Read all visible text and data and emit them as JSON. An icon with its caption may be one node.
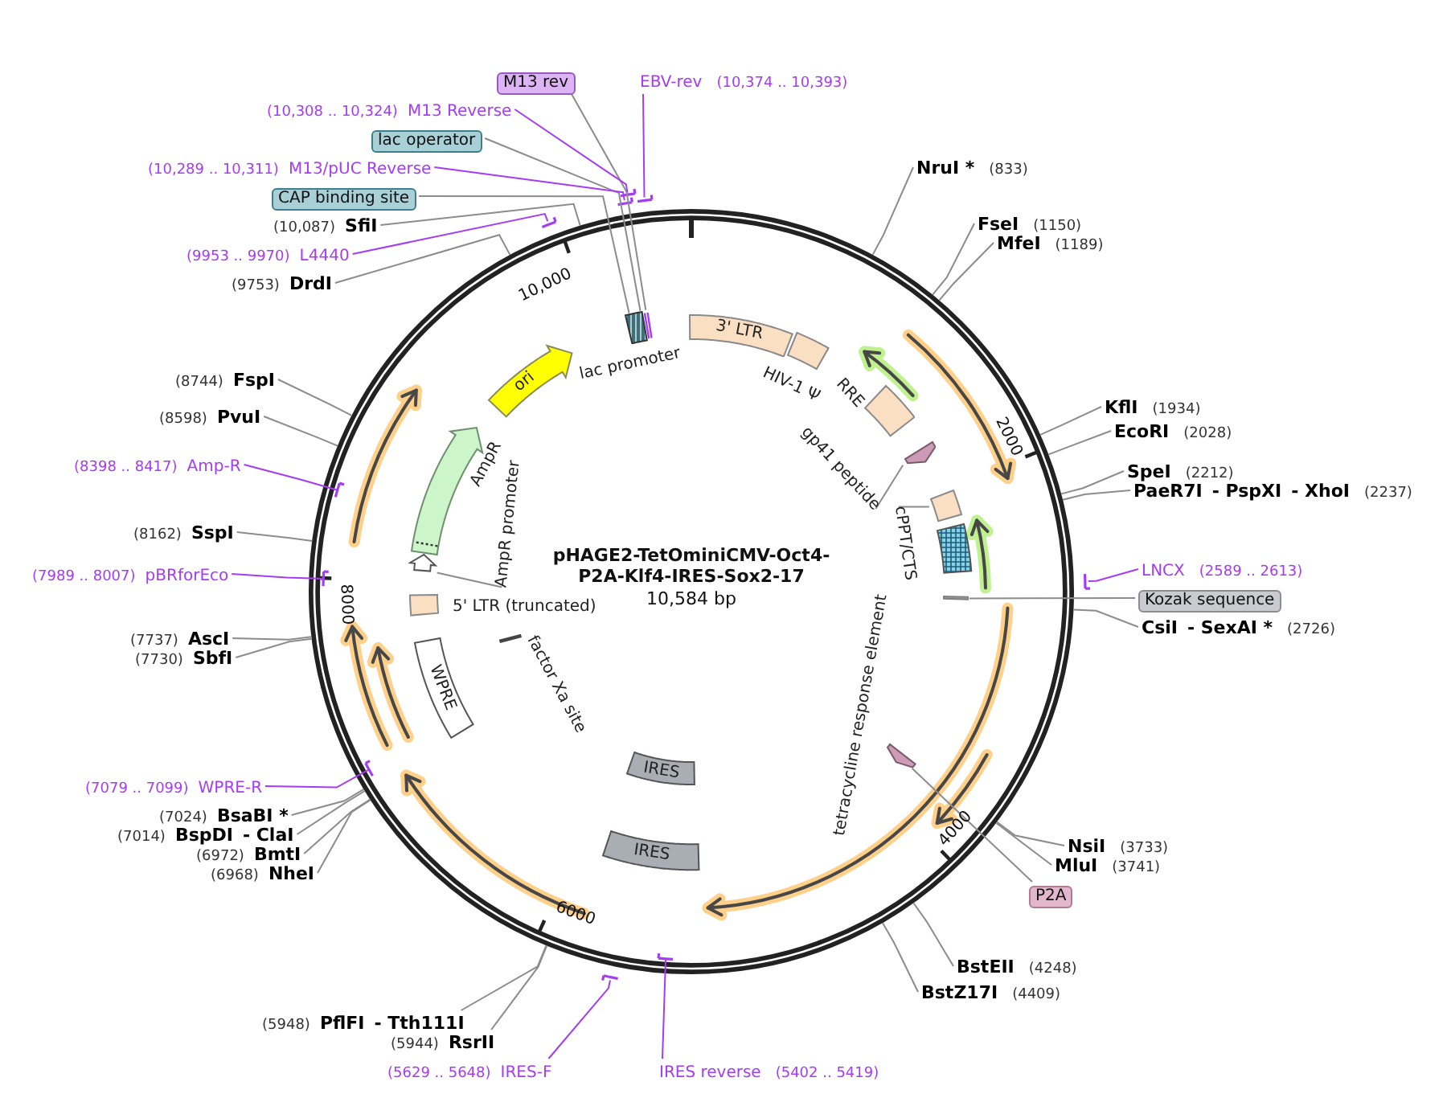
{
  "diagram": {
    "title": "pHAGE2-TetOminiCMV-Oct4-P2A-Klf4-IRES-Sox2-17",
    "nodes": [
      {
        "text": [
          "M13 rev"
        ]
      },
      {
        "text": [
          "EBV-rev",
          "(10,374 .. 10,393)"
        ]
      },
      {
        "text": [
          "(10,308 .. 10,324)",
          "M13 Reverse"
        ]
      },
      {
        "text": [
          "lac operator"
        ]
      },
      {
        "text": [
          "(10,289 .. 10,311)",
          "M13/pUC Reverse"
        ]
      },
      {
        "text": [
          "CAP binding site"
        ]
      },
      {
        "text": [
          "(10,087)",
          "SfiI"
        ]
      },
      {
        "text": [
          "(9953 .. 9970)",
          "L4440"
        ]
      },
      {
        "text": [
          "(9753)",
          "DrdI"
        ]
      },
      {
        "text": [
          "NruI *",
          "(833)"
        ]
      },
      {
        "text": [
          "FseI",
          "(1150)"
        ]
      },
      {
        "text": [
          "MfeI",
          "(1189)"
        ]
      },
      {
        "text": [
          "KflI",
          "(1934)"
        ]
      },
      {
        "text": [
          "EcoRI",
          "(2028)"
        ]
      },
      {
        "text": [
          "SpeI",
          "(2212)"
        ]
      },
      {
        "text": [
          "PaeR7I",
          "- PspXI",
          "- XhoI",
          "(2237)"
        ]
      },
      {
        "text": [
          "LNCX",
          "(2589 .. 2613)"
        ]
      },
      {
        "text": [
          "Kozak sequence"
        ]
      },
      {
        "text": [
          "CsiI",
          "- SexAI *",
          "(2726)"
        ]
      },
      {
        "text": [
          "NsiI",
          "(3733)"
        ]
      },
      {
        "text": [
          "MluI",
          "(3741)"
        ]
      },
      {
        "text": [
          "P2A"
        ]
      },
      {
        "text": [
          "BstEII",
          "(4248)"
        ]
      },
      {
        "text": [
          "BstZ17I",
          "(4409)"
        ]
      },
      {
        "text": [
          "(5948)",
          "PflFI",
          "- Tth111I"
        ]
      },
      {
        "text": [
          "(5944)",
          "RsrII"
        ]
      },
      {
        "text": [
          "(5629 .. 5648)",
          "IRES-F"
        ]
      },
      {
        "text": [
          "IRES reverse",
          "(5402 .. 5419)"
        ]
      },
      {
        "text": [
          "(8744)",
          "FspI"
        ]
      },
      {
        "text": [
          "(8598)",
          "PvuI"
        ]
      },
      {
        "text": [
          "(8398 .. 8417)",
          "Amp-R"
        ]
      },
      {
        "text": [
          "(8162)",
          "SspI"
        ]
      },
      {
        "text": [
          "(7989 .. 8007)",
          "pBRforEco"
        ]
      },
      {
        "text": [
          "(7737)",
          "AscI"
        ]
      },
      {
        "text": [
          "(7730)",
          "SbfI"
        ]
      },
      {
        "text": [
          "(7079 .. 7099)",
          "WPRE-R"
        ]
      },
      {
        "text": [
          "(7024)",
          "BsaBI *"
        ]
      },
      {
        "text": [
          "(7014)",
          "BspDI",
          "- ClaI"
        ]
      },
      {
        "text": [
          "(6972)",
          "BmtI"
        ]
      },
      {
        "text": [
          "(6968)",
          "NheI"
        ]
      },
      {
        "text": [
          "ori"
        ]
      },
      {
        "text": [
          "3' LTR"
        ]
      },
      {
        "text": [
          "IRES"
        ]
      },
      {
        "text": [
          "IRES"
        ]
      },
      {
        "text": [
          "WPRE"
        ]
      },
      {
        "text": [],
        "shape": "box",
        "beside": [
          "lac promoter"
        ]
      },
      {
        "text": [],
        "shape": "box",
        "beside": [
          "HIV-1 Ψ"
        ]
      },
      {
        "text": [],
        "shape": "box",
        "beside": [
          "RRE"
        ]
      },
      {
        "text": [],
        "shape": "arrow"
      },
      {
        "text": [],
        "shape": "box"
      },
      {
        "text": [],
        "shape": "box"
      },
      {
        "text": [
          "AmpR"
        ]
      },
      {
        "text": [],
        "shape": "arrow"
      },
      {
        "text": [],
        "shape": "box",
        "beside": [
          "5' LTR (truncated)"
        ]
      },
      {
        "text": [],
        "shape": "bar",
        "beside": [
          "factor Xa site"
        ]
      },
      {
        "text": [],
        "shape": "bar"
      },
      {
        "text": [],
        "shape": "arrow"
      },
      {
        "text": [
          "gp41 peptide"
        ]
      },
      {
        "text": [
          "cPPT/CTS"
        ]
      },
      {
        "text": [
          "AmpR promoter"
        ]
      }
    ],
    "edges": [
      {
        "from": 0,
        "to": 45,
        "arrow": "none"
      },
      {
        "from": 1,
        "to": null,
        "arrow": "none",
        "color": "#a53cf5"
      },
      {
        "from": 2,
        "to": null,
        "arrow": "none",
        "color": "#a53cf5"
      },
      {
        "from": 3,
        "to": 45,
        "arrow": "none"
      },
      {
        "from": 4,
        "to": null,
        "arrow": "none",
        "color": "#a53cf5"
      },
      {
        "from": 5,
        "to": 45,
        "arrow": "none"
      },
      {
        "from": 6,
        "to": null,
        "arrow": "none"
      },
      {
        "from": 7,
        "to": null,
        "arrow": "none",
        "color": "#a53cf5"
      },
      {
        "from": 8,
        "to": null,
        "arrow": "none"
      },
      {
        "from": 9,
        "to": null,
        "arrow": "none"
      },
      {
        "from": 10,
        "to": null,
        "arrow": "none"
      },
      {
        "from": 11,
        "to": null,
        "arrow": "none"
      },
      {
        "from": 12,
        "to": null,
        "arrow": "none"
      },
      {
        "from": 13,
        "to": null,
        "arrow": "none"
      },
      {
        "from": 14,
        "to": null,
        "arrow": "none"
      },
      {
        "from": 15,
        "to": null,
        "arrow": "none"
      },
      {
        "from": 16,
        "to": null,
        "arrow": "none",
        "color": "#a53cf5"
      },
      {
        "from": 17,
        "to": 55,
        "arrow": "none"
      },
      {
        "from": 18,
        "to": null,
        "arrow": "none"
      },
      {
        "from": 19,
        "to": null,
        "arrow": "none"
      },
      {
        "from": 20,
        "to": null,
        "arrow": "none"
      },
      {
        "from": 21,
        "to": 56,
        "arrow": "none"
      },
      {
        "from": 22,
        "to": null,
        "arrow": "none"
      },
      {
        "from": 23,
        "to": null,
        "arrow": "none"
      },
      {
        "from": 24,
        "to": null,
        "arrow": "none"
      },
      {
        "from": 25,
        "to": null,
        "arrow": "none"
      },
      {
        "from": 26,
        "to": null,
        "arrow": "none",
        "color": "#a53cf5"
      },
      {
        "from": 27,
        "to": null,
        "arrow": "none",
        "color": "#a53cf5"
      },
      {
        "from": 28,
        "to": null,
        "arrow": "none"
      },
      {
        "from": 29,
        "to": null,
        "arrow": "none"
      },
      {
        "from": 30,
        "to": null,
        "arrow": "none",
        "color": "#a53cf5"
      },
      {
        "from": 31,
        "to": null,
        "arrow": "none"
      },
      {
        "from": 32,
        "to": null,
        "arrow": "none",
        "color": "#a53cf5"
      },
      {
        "from": 33,
        "to": null,
        "arrow": "none"
      },
      {
        "from": 34,
        "to": null,
        "arrow": "none"
      },
      {
        "from": 35,
        "to": null,
        "arrow": "none",
        "color": "#a53cf5"
      },
      {
        "from": 36,
        "to": null,
        "arrow": "none"
      },
      {
        "from": 37,
        "to": null,
        "arrow": "none"
      },
      {
        "from": 38,
        "to": null,
        "arrow": "none"
      },
      {
        "from": 39,
        "to": null,
        "arrow": "none"
      },
      {
        "from": 57,
        "to": 48,
        "arrow": "none"
      },
      {
        "from": 58,
        "to": 49,
        "arrow": "none"
      },
      {
        "from": 59,
        "to": 52,
        "arrow": "none"
      }
    ],
    "labels": [
      "10,000",
      "2000",
      "10,584 bp",
      "8000",
      "tetracycline response element",
      "4000",
      "6000"
    ]
  }
}
